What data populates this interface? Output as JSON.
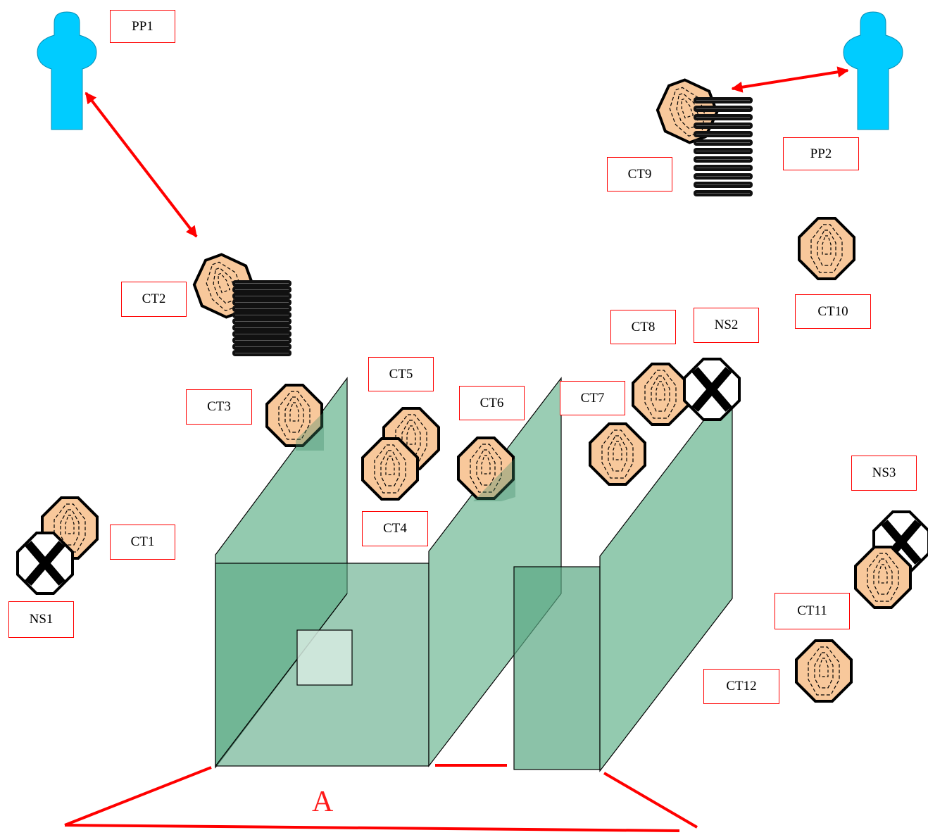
{
  "labels": {
    "pp1": "PP1",
    "pp2": "PP2",
    "ct1": "CT1",
    "ct2": "CT2",
    "ct3": "CT3",
    "ct4": "CT4",
    "ct5": "CT5",
    "ct6": "CT6",
    "ct7": "CT7",
    "ct8": "CT8",
    "ct9": "CT9",
    "ct10": "CT10",
    "ct11": "CT11",
    "ct12": "CT12",
    "ns1": "NS1",
    "ns2": "NS2",
    "ns3": "NS3",
    "area": "A"
  },
  "colors": {
    "shooter": "#00ccff",
    "target_fill": "#f8c89b",
    "no_shoot_fill": "#ffffff",
    "barrel": "#1a1a1a",
    "wall": "#6fb894",
    "wall_front": "#5aa883",
    "accent_red": "#ff0000"
  },
  "icons": {
    "shooter": "person-silhouette-icon",
    "target": "octagon-target-icon",
    "no_shoot": "no-shoot-x-icon",
    "barrel": "barrel-stack-icon"
  }
}
